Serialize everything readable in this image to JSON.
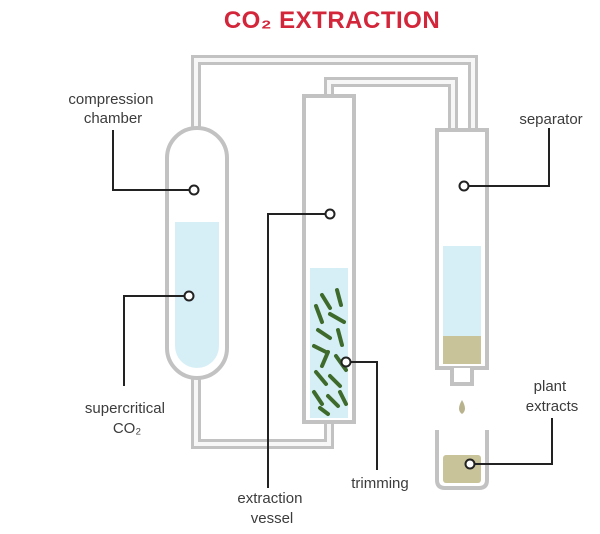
{
  "title": "CO₂ EXTRACTION",
  "labels": {
    "compression_chamber": [
      "compression",
      "chamber"
    ],
    "separator": "separator",
    "supercritical_co2": [
      "supercritical",
      "CO₂"
    ],
    "extraction_vessel": [
      "extraction",
      "vessel"
    ],
    "trimming": "trimming",
    "plant_extracts": [
      "plant",
      "extracts"
    ]
  },
  "colors": {
    "title": "#d3263a",
    "pipe": "#c2c2c2",
    "liquid": "#d6eff6",
    "extract": "#c9c39a",
    "trimming": "#3e6b2c",
    "leader": "#222222"
  }
}
